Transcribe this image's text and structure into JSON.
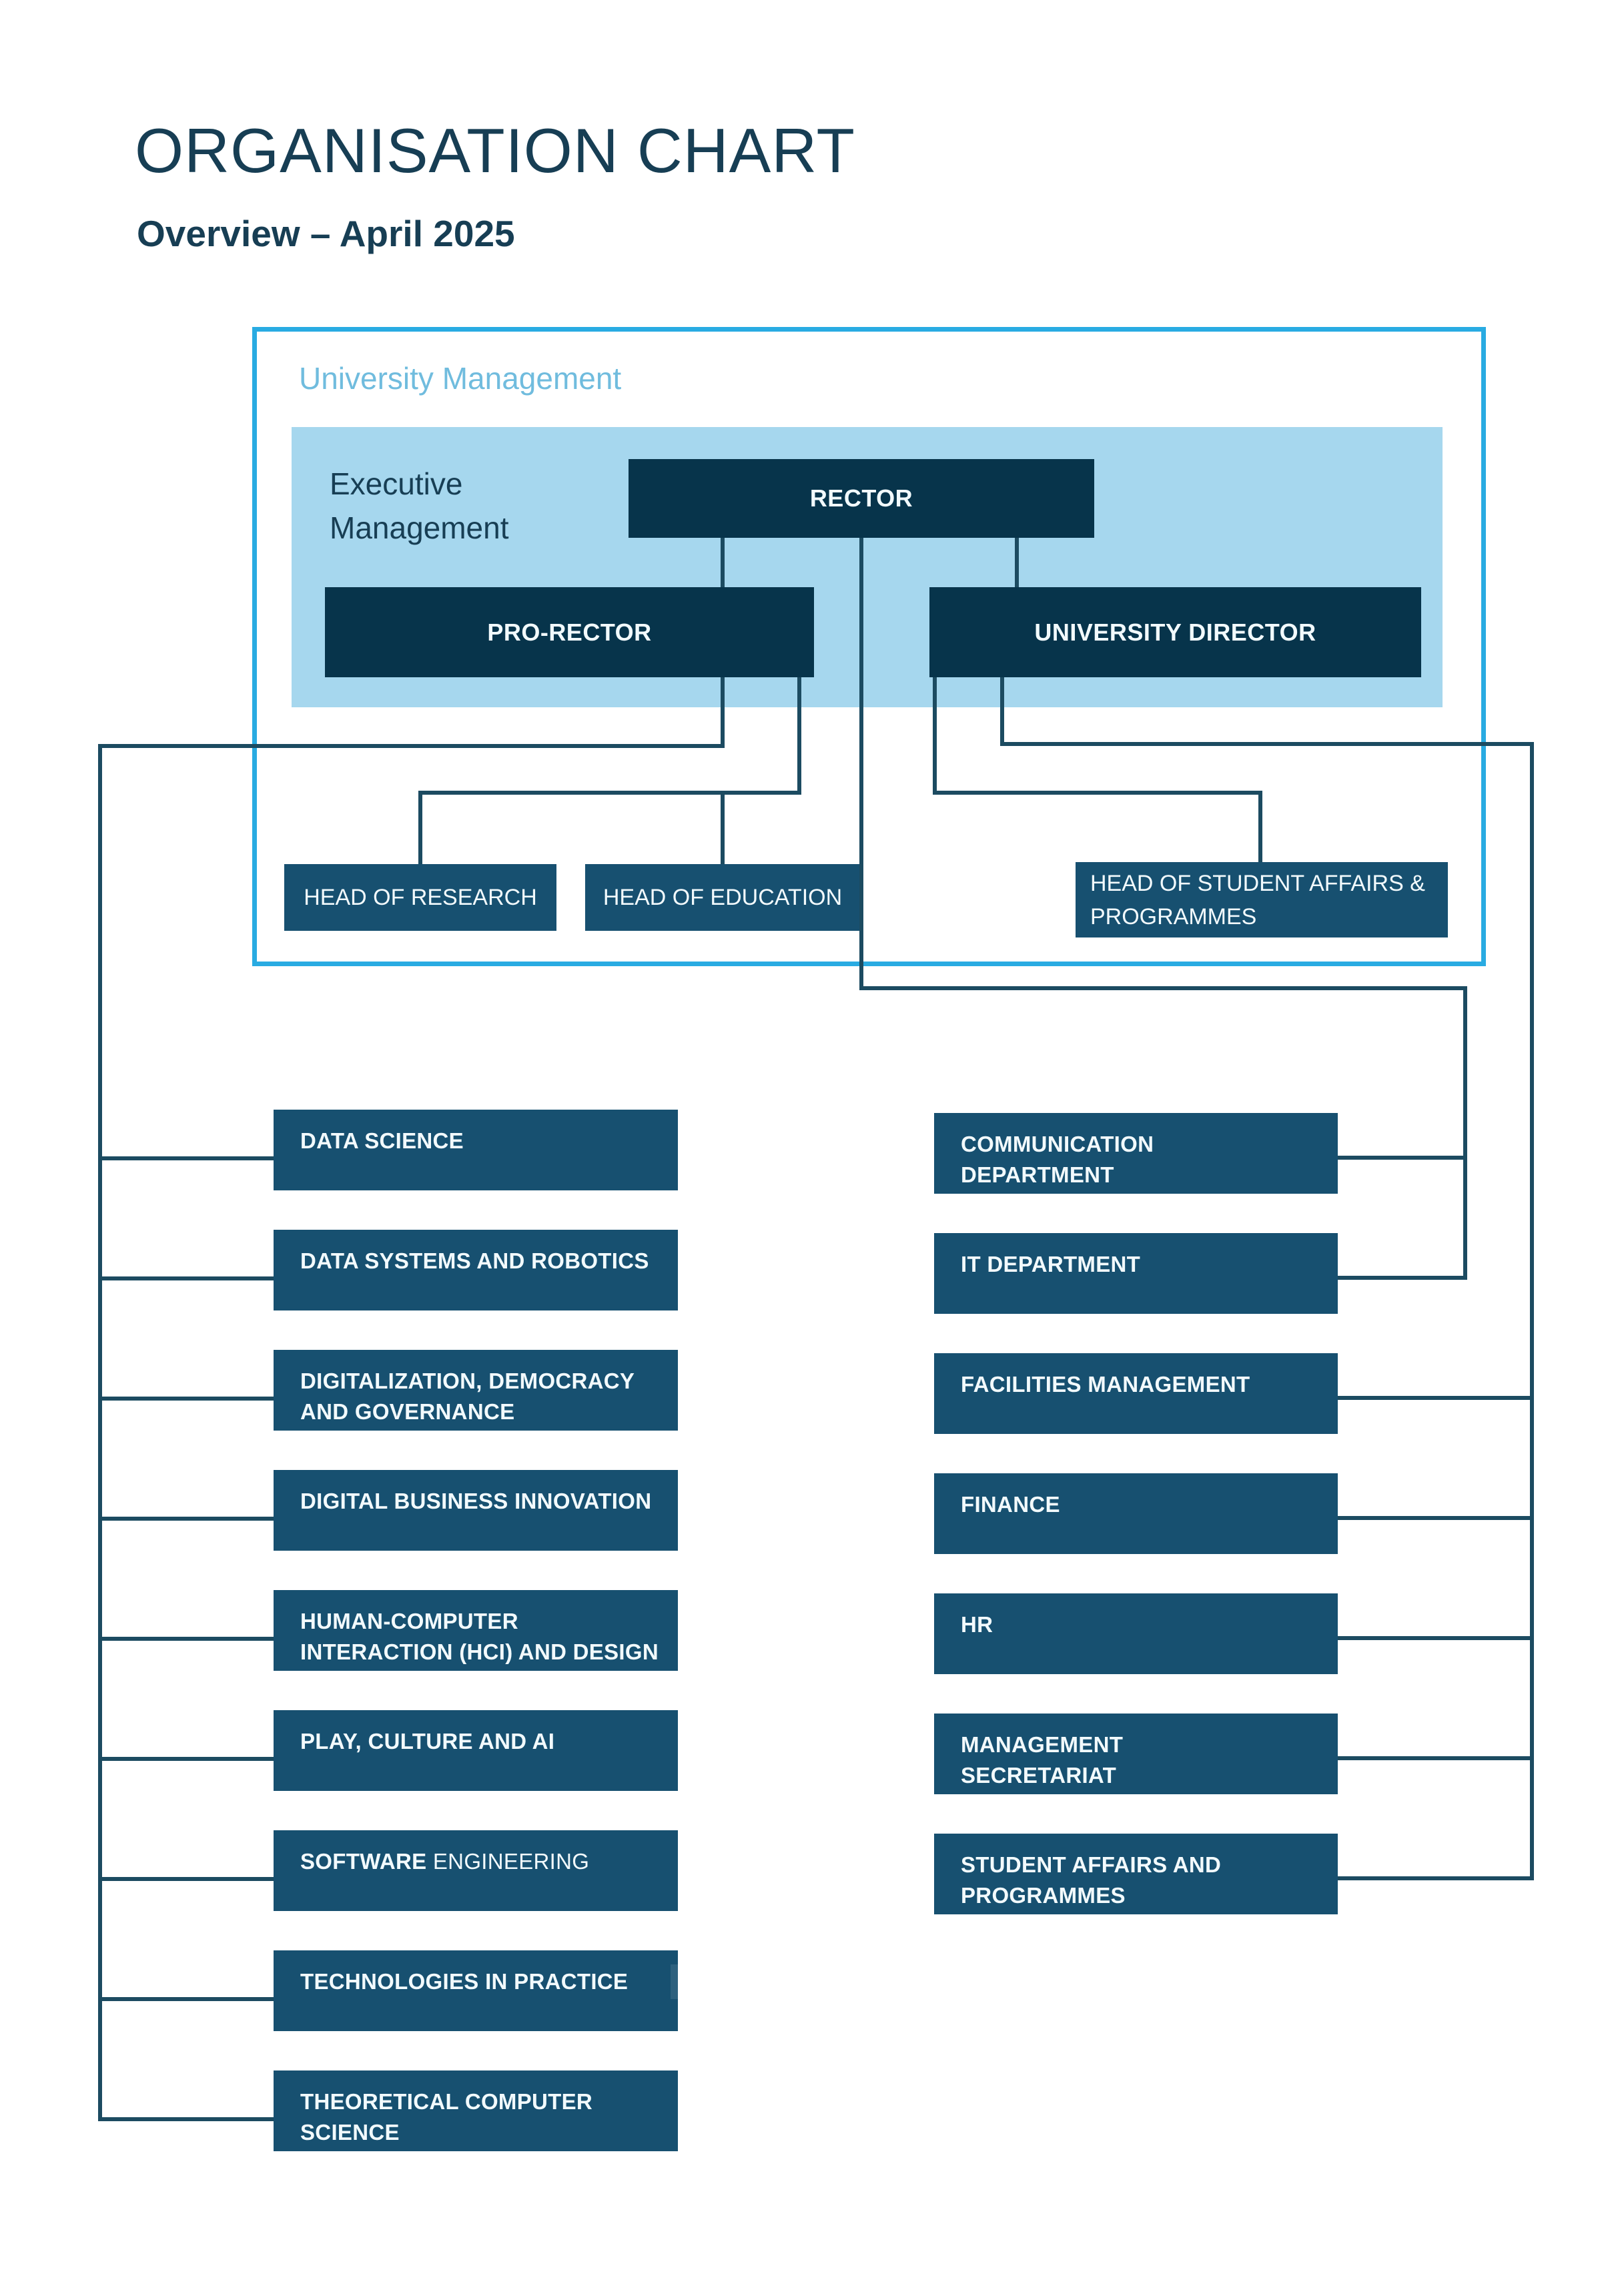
{
  "page": {
    "title": "ORGANISATION CHART",
    "subtitle": "Overview – April 2025"
  },
  "university_management": {
    "label": "University Management",
    "executive": {
      "label": "Executive\nManagement",
      "rector": "RECTOR",
      "pro_rector": "PRO-RECTOR",
      "university_director": "UNIVERSITY DIRECTOR"
    },
    "heads": {
      "research": "HEAD OF RESEARCH",
      "education": "HEAD OF EDUCATION",
      "student_affairs": "HEAD OF STUDENT AFFAIRS &\nPROGRAMMES"
    }
  },
  "departments": {
    "left": [
      {
        "label": "DATA SCIENCE"
      },
      {
        "label": "DATA SYSTEMS  AND ROBOTICS"
      },
      {
        "label": "DIGITALIZATION, DEMOCRACY\nAND GOVERNANCE"
      },
      {
        "label": "DIGITAL BUSINESS INNOVATION"
      },
      {
        "label": "HUMAN-COMPUTER\nINTERACTION (HCI) AND DESIGN"
      },
      {
        "label": "PLAY, CULTURE AND AI"
      },
      {
        "label": "SOFTWARE ",
        "label_light": "ENGINEERING"
      },
      {
        "label": "TECHNOLOGIES IN PRACTICE"
      },
      {
        "label": "THEORETICAL COMPUTER\nSCIENCE"
      }
    ],
    "right": [
      {
        "label": "COMMUNICATION\nDEPARTMENT"
      },
      {
        "label": "IT DEPARTMENT"
      },
      {
        "label": "FACILITIES MANAGEMENT"
      },
      {
        "label": "FINANCE"
      },
      {
        "label": "HR"
      },
      {
        "label": "MANAGEMENT\nSECRETARIAT"
      },
      {
        "label": "STUDENT AFFAIRS AND\nPROGRAMMES"
      }
    ]
  },
  "colors": {
    "accent": "#29ABE2",
    "panel": "#A6D7EE",
    "exec": "#07344B",
    "dept": "#175070",
    "line": "#1C4B61",
    "head-text": "#173E54",
    "light-label": "#70BCDE",
    "boxtext": "#F2FAFD"
  }
}
